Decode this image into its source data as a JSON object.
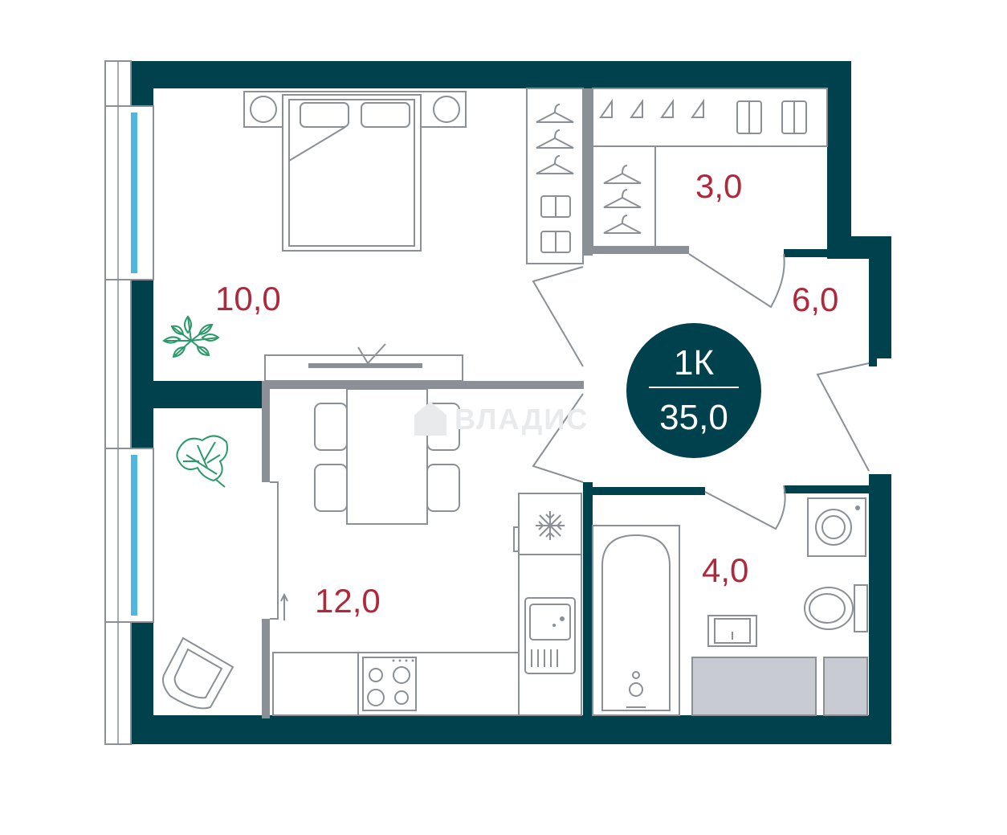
{
  "colors": {
    "wall": "#00414e",
    "area_label": "#b0283b",
    "badge_bg": "#00414e",
    "badge_text": "#ffffff",
    "window_glass": "#4fb6e0",
    "plant": "#2a9a6a",
    "furniture_stroke": "#8a9095",
    "storage_fill": "#c9cbd2",
    "watermark": "#e8eaec"
  },
  "badge": {
    "rooms": "1К",
    "total_area": "35,0"
  },
  "rooms": [
    {
      "name": "bedroom",
      "area": "10,0"
    },
    {
      "name": "walk-in-closet",
      "area": "3,0"
    },
    {
      "name": "hallway",
      "area": "6,0"
    },
    {
      "name": "kitchen-living",
      "area": "12,0"
    },
    {
      "name": "bathroom",
      "area": "4,0"
    }
  ],
  "watermark": {
    "text": "ВЛАДИС"
  },
  "icons": {
    "plant_1": "plant-icon",
    "plant_2": "monstera-icon",
    "fridge": "snowflake-icon",
    "hanger": "hanger-icon",
    "shirt": "shirt-icon",
    "washer": "washing-machine-icon"
  }
}
